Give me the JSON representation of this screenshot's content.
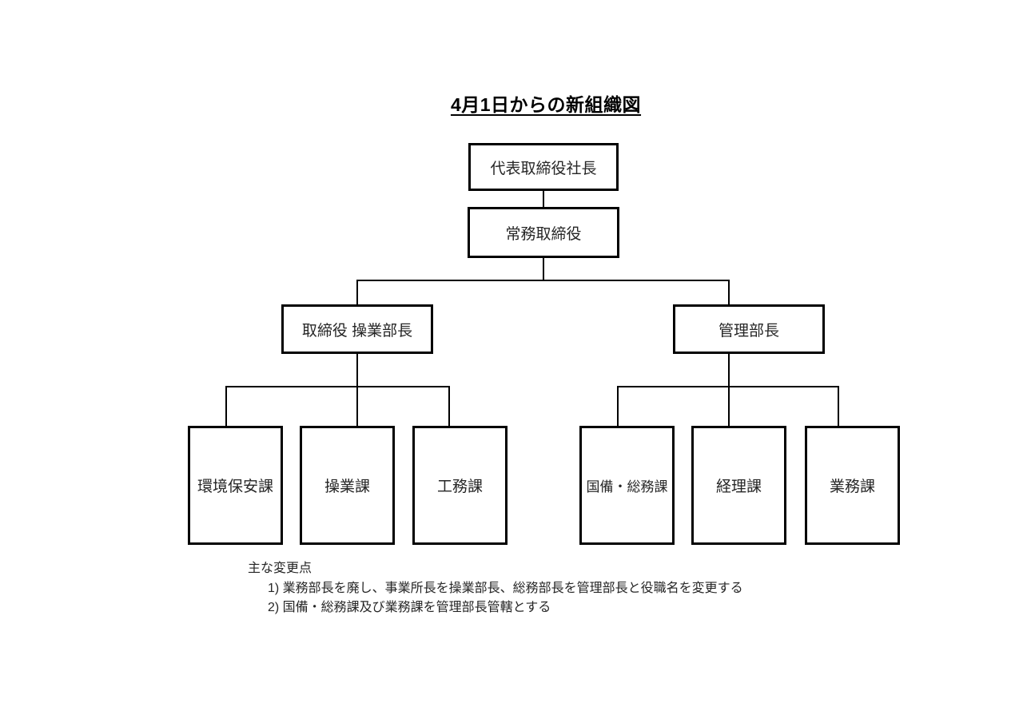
{
  "title": "4月1日からの新組織図",
  "nodes": [
    {
      "id": "president",
      "label": "代表取締役社長",
      "parent": null
    },
    {
      "id": "managing-director",
      "label": "常務取締役",
      "parent": "president"
    },
    {
      "id": "director-operations-manager",
      "label": "取締役 操業部長",
      "parent": "managing-director"
    },
    {
      "id": "admin-manager",
      "label": "管理部長",
      "parent": "managing-director"
    },
    {
      "id": "env-safety-section",
      "label": "環境保安課",
      "parent": "director-operations-manager"
    },
    {
      "id": "operations-section",
      "label": "操業課",
      "parent": "director-operations-manager"
    },
    {
      "id": "engineering-section",
      "label": "工務課",
      "parent": "director-operations-manager"
    },
    {
      "id": "stockpile-general-affairs-section",
      "label": "国備・総務課",
      "parent": "admin-manager"
    },
    {
      "id": "accounting-section",
      "label": "経理課",
      "parent": "admin-manager"
    },
    {
      "id": "business-section",
      "label": "業務課",
      "parent": "admin-manager"
    }
  ],
  "notes": {
    "heading": "主な変更点",
    "items": [
      "1) 業務部長を廃し、事業所長を操業部長、総務部長を管理部長と役職名を変更する",
      "2) 国備・総務課及び業務課を管理部長管轄とする"
    ]
  },
  "colors": {
    "background": "#ffffff",
    "box_border": "#000000",
    "connector_line": "#000000",
    "text": "#262626"
  }
}
